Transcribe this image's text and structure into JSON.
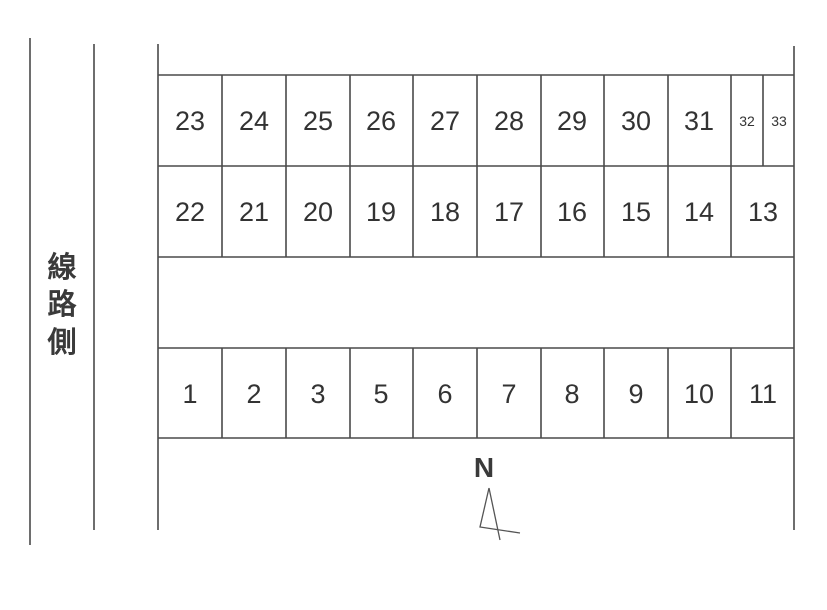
{
  "side_label": [
    "線",
    "路",
    "側"
  ],
  "north_label": "N",
  "rows": {
    "top": [
      "23",
      "24",
      "25",
      "26",
      "27",
      "28",
      "29",
      "30",
      "31",
      "32",
      "33"
    ],
    "middle": [
      "22",
      "21",
      "20",
      "19",
      "18",
      "17",
      "16",
      "15",
      "14",
      "13"
    ],
    "bottom": [
      "1",
      "2",
      "3",
      "5",
      "6",
      "7",
      "8",
      "9",
      "10",
      "11"
    ]
  }
}
